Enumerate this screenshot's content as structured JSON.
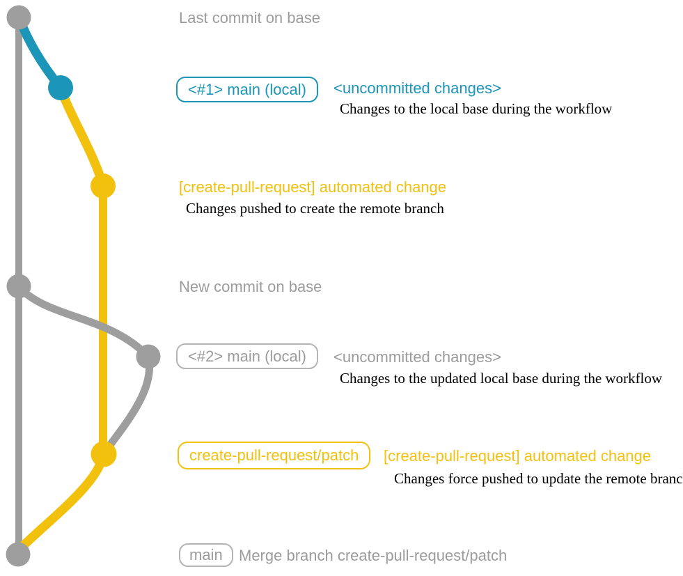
{
  "diagram": {
    "colors": {
      "teal": "#1b96b9",
      "gold": "#f2c10e",
      "gray": "#9e9e9e",
      "gray_text": "#9c9c9c",
      "gray_border": "#b4b4b4",
      "caption_text": "#000000"
    },
    "commits": [
      {
        "id": "last-commit-on-base",
        "title": "Last commit on base"
      },
      {
        "id": "uncommitted-changes-1",
        "pill": "<#1> main (local)",
        "title": "<uncommitted changes>",
        "caption": "Changes to the local base during the workflow"
      },
      {
        "id": "automated-change-1",
        "title": "[create-pull-request] automated change",
        "caption": "Changes pushed to create the remote branch"
      },
      {
        "id": "new-commit-on-base",
        "title": "New commit on base"
      },
      {
        "id": "uncommitted-changes-2",
        "pill": "<#2> main (local)",
        "title": "<uncommitted changes>",
        "caption": "Changes to the updated local base during the workflow"
      },
      {
        "id": "automated-change-2",
        "pill": "create-pull-request/patch",
        "title": "[create-pull-request] automated change",
        "caption": "Changes force pushed to update the remote branch"
      },
      {
        "id": "merge-commit",
        "pill": "main",
        "title": "Merge branch create-pull-request/patch"
      }
    ]
  }
}
